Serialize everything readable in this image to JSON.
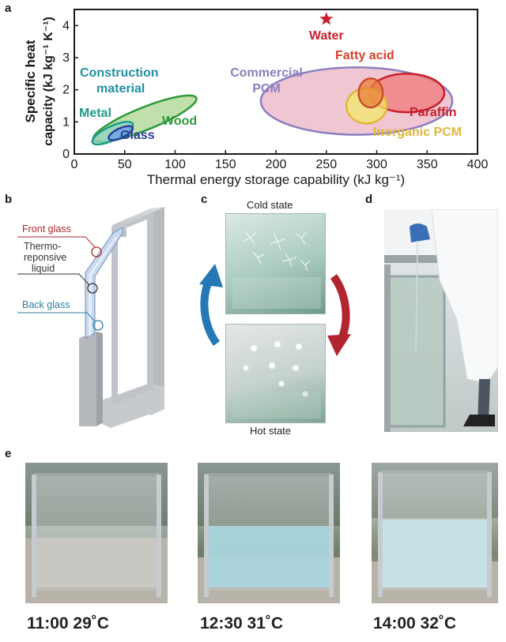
{
  "panels": {
    "a": "a",
    "b": "b",
    "c": "c",
    "d": "d",
    "e": "e"
  },
  "chart_data": {
    "type": "scatter",
    "xlabel": "Thermal energy storage capability (kJ kg⁻¹)",
    "ylabel_line1": "Specific heat",
    "ylabel_line2": "capacity (kJ kg⁻¹ K⁻¹)",
    "xlim": [
      0,
      400
    ],
    "ylim": [
      0,
      4.5
    ],
    "xticks": [
      0,
      50,
      100,
      150,
      200,
      250,
      300,
      350,
      400
    ],
    "yticks": [
      0,
      1,
      2,
      3,
      4
    ],
    "grid": false,
    "point": {
      "name": "Water",
      "x": 250,
      "y": 4.2,
      "color": "#c8202c"
    },
    "regions": [
      {
        "name": "Commercial PCM",
        "label_lines": [
          "Commercial",
          "PCM"
        ],
        "cx": 280,
        "cy": 1.65,
        "rx": 95,
        "ry": 1.05,
        "angle": 0,
        "fill": "#e9b3c3",
        "stroke": "#8a7fc0",
        "label_color": "#8a7fc0"
      },
      {
        "name": "Paraffin",
        "label_lines": [
          "Paraffin"
        ],
        "cx": 330,
        "cy": 1.9,
        "rx": 37,
        "ry": 0.6,
        "angle": 0,
        "fill": "#ef7a7a",
        "stroke": "#c8202c",
        "label_color": "#c8202c"
      },
      {
        "name": "Inorganic PCM",
        "label_lines": [
          "Inorganic PCM"
        ],
        "cx": 290,
        "cy": 1.5,
        "rx": 20,
        "ry": 0.55,
        "angle": 0,
        "fill": "#f3e86a",
        "stroke": "#e0b63a",
        "label_color": "#e0b63a"
      },
      {
        "name": "Fatty acid",
        "label_lines": [
          "Fatty acid"
        ],
        "cx": 294,
        "cy": 1.9,
        "rx": 12,
        "ry": 0.45,
        "angle": 0,
        "fill": "#e8803a",
        "stroke": "#c8502c",
        "label_color": "#d6402c"
      },
      {
        "name": "Wood",
        "label_lines": [
          "Wood"
        ],
        "cx": 70,
        "cy": 1.1,
        "rx": 55,
        "ry": 0.35,
        "angle": -22,
        "fill": "#a9d68e",
        "stroke": "#2e9a3a",
        "label_color": "#2e9a3a"
      },
      {
        "name": "Metal",
        "label_lines": [
          "Metal"
        ],
        "cx": 38,
        "cy": 0.65,
        "rx": 22,
        "ry": 0.22,
        "angle": -25,
        "fill": "#8fd3c3",
        "stroke": "#1e9a86",
        "label_color": "#1e9a86"
      },
      {
        "name": "Glass",
        "label_lines": [
          "Glass"
        ],
        "cx": 46,
        "cy": 0.65,
        "rx": 13,
        "ry": 0.15,
        "angle": -25,
        "fill": "#6aa0e8",
        "stroke": "#2a3f9a",
        "label_color": "#2a3f9a"
      }
    ],
    "annotations": [
      {
        "name": "Construction material",
        "lines": [
          "Construction",
          "material"
        ],
        "color": "#1f8fa3"
      }
    ]
  },
  "diagram_b": {
    "front_glass": "Front glass",
    "liquid_line1": "Thermo-",
    "liquid_line2": "reponsive",
    "liquid_line3": "liquid",
    "back_glass": "Back glass"
  },
  "panel_c": {
    "cold_state": "Cold state",
    "hot_state": "Hot state"
  },
  "panel_e": {
    "captions": [
      "11:00 29˚C",
      "12:30 31˚C",
      "14:00 32˚C"
    ]
  }
}
